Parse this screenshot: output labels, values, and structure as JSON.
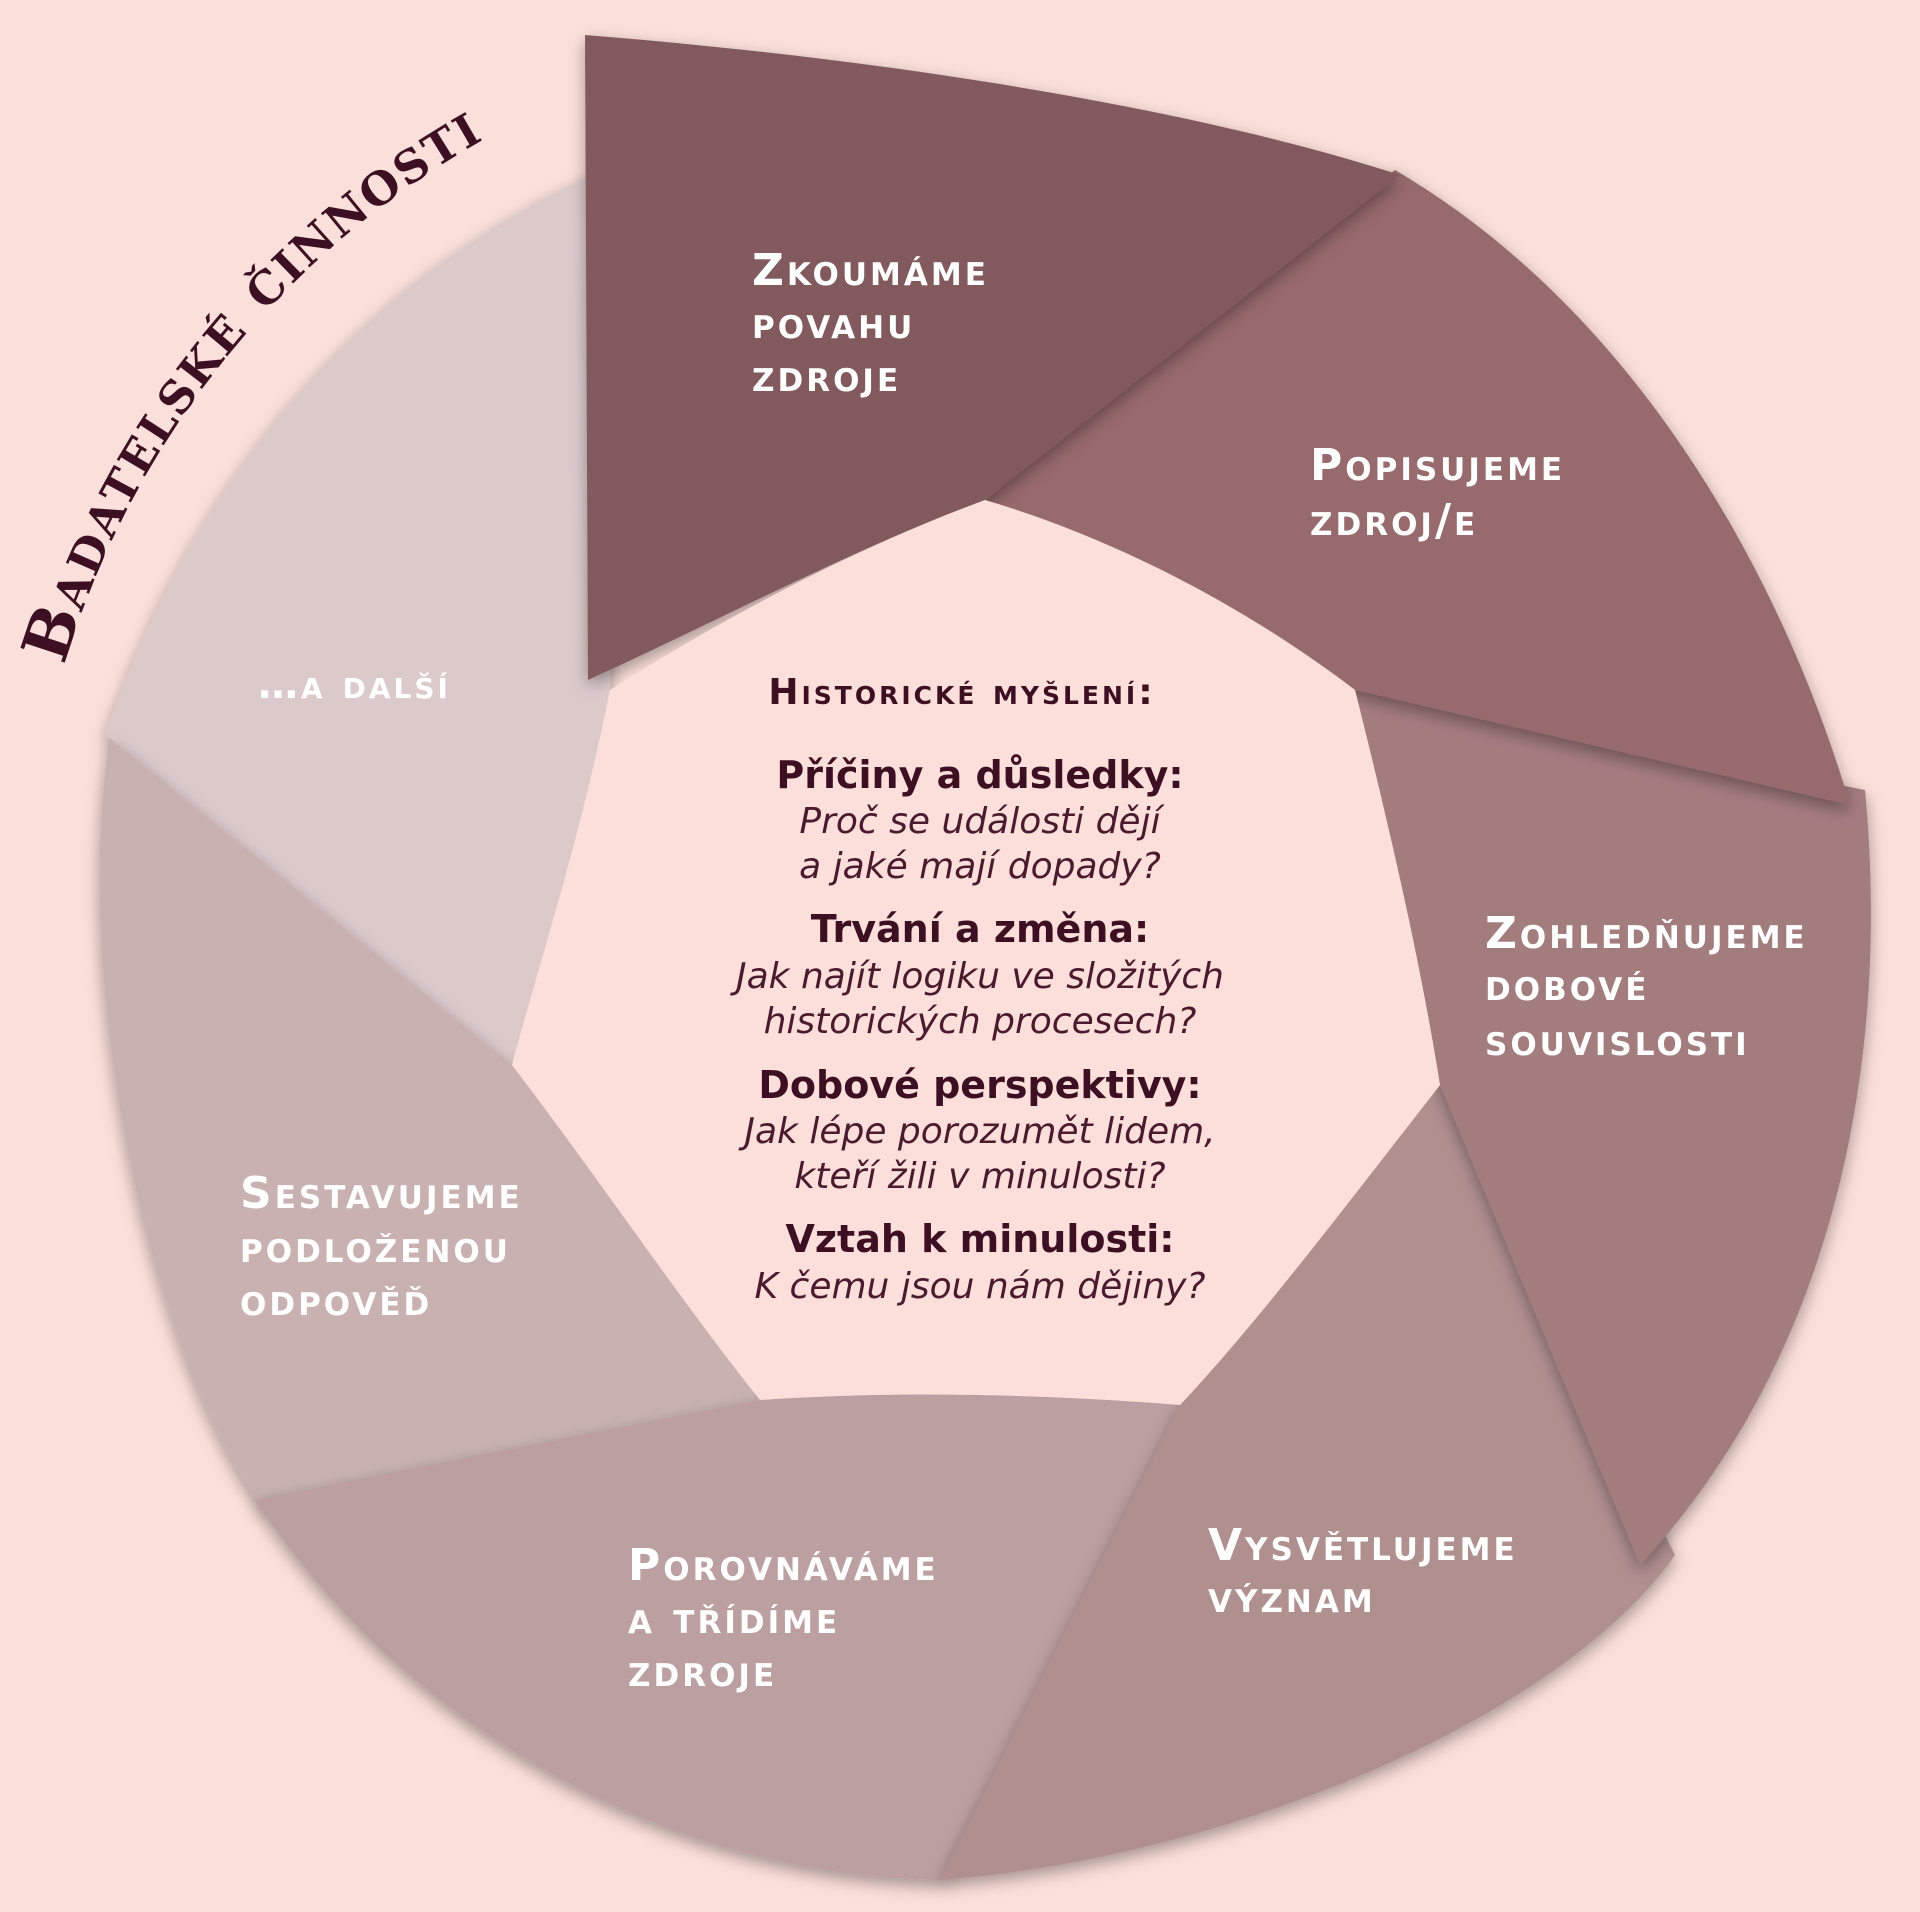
{
  "title": "Badatelské činnosti",
  "segments": [
    {
      "id": "zkoumame",
      "lines": [
        "Zkoumáme",
        "povahu",
        "zdroje"
      ],
      "color": "#825a5d"
    },
    {
      "id": "popisujeme",
      "lines": [
        "Popisujeme",
        "zdroj/e"
      ],
      "color": "#976a6d"
    },
    {
      "id": "zohlednujeme",
      "lines": [
        "Zohledňujeme",
        "dobové",
        "souvislosti"
      ],
      "color": "#a37c7e"
    },
    {
      "id": "vysvetlujeme",
      "lines": [
        "Vysvětlujeme",
        "význam"
      ],
      "color": "#b08f8f"
    },
    {
      "id": "porovnavame",
      "lines": [
        "Porovnáváme",
        "a třídíme",
        "zdroje"
      ],
      "color": "#bc9fa1"
    },
    {
      "id": "sestavujeme",
      "lines": [
        "Sestavujeme",
        "podloženou",
        "odpověď"
      ],
      "color": "#c9b1b2"
    },
    {
      "id": "dalsi",
      "lines": [
        "…a další"
      ],
      "color": "#dccacb"
    }
  ],
  "center": {
    "heading": "Historické myšlení:",
    "items": [
      {
        "title": "Příčiny a důsledky:",
        "lines": [
          "Proč se události dějí",
          "a jaké mají dopady?"
        ]
      },
      {
        "title": "Trvání a změna:",
        "lines": [
          "Jak najít logiku ve složitých",
          "historických procesech?"
        ]
      },
      {
        "title": "Dobové perspektivy:",
        "lines": [
          "Jak lépe porozumět lidem,",
          "kteří žili v minulosti?"
        ]
      },
      {
        "title": "Vztah k minulosti:",
        "lines": [
          "K čemu jsou nám dějiny?"
        ]
      }
    ]
  },
  "colors": {
    "background": "#fbdfda",
    "center": "#fcdfdb",
    "text_dark": "#3d0f22"
  }
}
